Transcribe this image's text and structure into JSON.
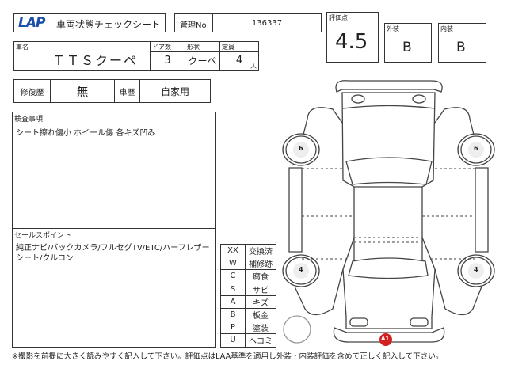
{
  "header": {
    "logo": "LAP",
    "title": "車両状態チェックシート",
    "mgmt_label": "管理No",
    "mgmt_no": "136337"
  },
  "score": {
    "label": "評価点",
    "value": "4.5",
    "exterior_label": "外装",
    "exterior": "B",
    "interior_label": "内装",
    "interior": "B"
  },
  "car": {
    "name_label": "車名",
    "name": "ＴＴＳクーペ",
    "doors_label": "ドア数",
    "doors": "3",
    "shape_label": "形状",
    "shape": "クーペ",
    "capacity_label": "定員",
    "capacity": "4",
    "capacity_unit": "人"
  },
  "history": {
    "repair_label": "修復歴",
    "repair": "無",
    "usage_label": "車歴",
    "usage": "自家用"
  },
  "inspection": {
    "label": "検査事項",
    "text": "シート擦れ傷小 ホイール傷 各キズ凹み"
  },
  "sales": {
    "label": "セールスポイント",
    "text": "純正ナビ/バックカメラ/フルセグTV/ETC/ハーフレザーシート/クルコン"
  },
  "legend": [
    {
      "code": "XX",
      "meaning": "交換済"
    },
    {
      "code": "W",
      "meaning": "補修跡"
    },
    {
      "code": "C",
      "meaning": "腐食"
    },
    {
      "code": "S",
      "meaning": "サビ"
    },
    {
      "code": "A",
      "meaning": "キズ"
    },
    {
      "code": "B",
      "meaning": "板金"
    },
    {
      "code": "P",
      "meaning": "塗装"
    },
    {
      "code": "U",
      "meaning": "ヘコミ"
    }
  ],
  "diagram": {
    "tires": {
      "rear_left": "6",
      "rear_right": "6",
      "front_left": "4",
      "front_right": "4"
    },
    "marks": [
      {
        "code": "A1",
        "location": "front-bumper"
      }
    ],
    "mark_color": "#d42020"
  },
  "footer": "※撮影を前提に大きく読みやすく記入して下さい。評価点はLAA基準を適用し外装・内装評価を含めて正しく記入して下さい。"
}
